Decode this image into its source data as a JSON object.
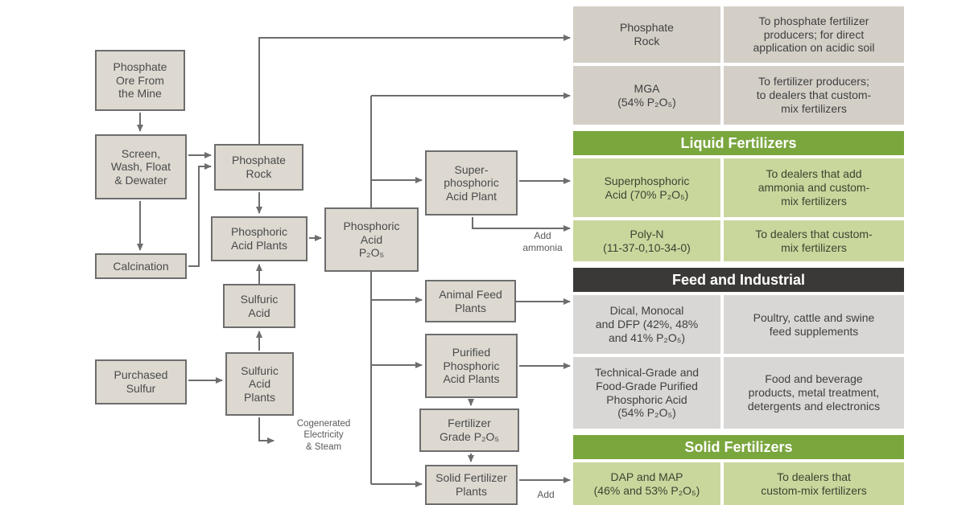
{
  "colors": {
    "box_fill": "#ddd9d1",
    "box_border": "#6d6d6d",
    "arrow_line": "#6d6d6d",
    "tan_cell": "#d3cfc7",
    "green_header": "#7aa63e",
    "green_cell": "#c9d79d",
    "dark_header": "#3a3937",
    "gray_cell": "#d8d7d5"
  },
  "flowchart": {
    "boxes": {
      "ore": "Phosphate\nOre From\nthe Mine",
      "screen": "Screen,\nWash, Float\n& Dewater",
      "calcination": "Calcination",
      "phosphate_rock": "Phosphate\nRock",
      "phosphoric_acid_plants": "Phosphoric\nAcid Plants",
      "sulfuric_acid": "Sulfuric\nAcid",
      "sulfuric_acid_plants": "Sulfuric\nAcid\nPlants",
      "purchased_sulfur": "Purchased\nSulfur",
      "phosphoric_acid": "Phosphoric\nAcid\nP₂O₅",
      "superphosphoric_plant": "Super-\nphosphoric\nAcid Plant",
      "animal_feed_plants": "Animal Feed\nPlants",
      "purified_plants": "Purified\nPhosphoric\nAcid Plants",
      "fertilizer_grade": "Fertilizer\nGrade P₂O₅",
      "solid_fertilizer_plants": "Solid Fertilizer\nPlants"
    },
    "annotations": {
      "cogenerated": "Cogenerated\nElectricity\n& Steam",
      "add_ammonia_top": "Add\nammonia",
      "add_ammonia_bottom": "Add"
    }
  },
  "table": {
    "headers": {
      "liquid": "Liquid Fertilizers",
      "feed": "Feed and Industrial",
      "solid": "Solid Fertilizers"
    },
    "rows": [
      {
        "product": "Phosphate\nRock",
        "dest": "To phosphate fertilizer\nproducers; for direct\napplication on acidic soil"
      },
      {
        "product": "MGA\n(54% P₂O₅)",
        "dest": "To fertilizer producers;\nto dealers that custom-\nmix fertilizers"
      },
      {
        "product": "Superphosphoric\nAcid (70% P₂O₅)",
        "dest": "To dealers that add\nammonia and custom-\nmix fertilizers"
      },
      {
        "product": "Poly-N\n(11-37-0,10-34-0)",
        "dest": "To dealers that custom-\nmix fertilizers"
      },
      {
        "product": "Dical, Monocal\nand DFP (42%, 48%\nand 41% P₂O₅)",
        "dest": "Poultry, cattle and swine\nfeed supplements"
      },
      {
        "product": "Technical-Grade and\nFood-Grade Purified\nPhosphoric Acid\n(54% P₂O₅)",
        "dest": "Food and beverage\nproducts, metal treatment,\ndetergents and electronics"
      },
      {
        "product": "DAP and MAP\n(46% and 53% P₂O₅)",
        "dest": "To dealers that\ncustom-mix fertilizers"
      }
    ]
  }
}
